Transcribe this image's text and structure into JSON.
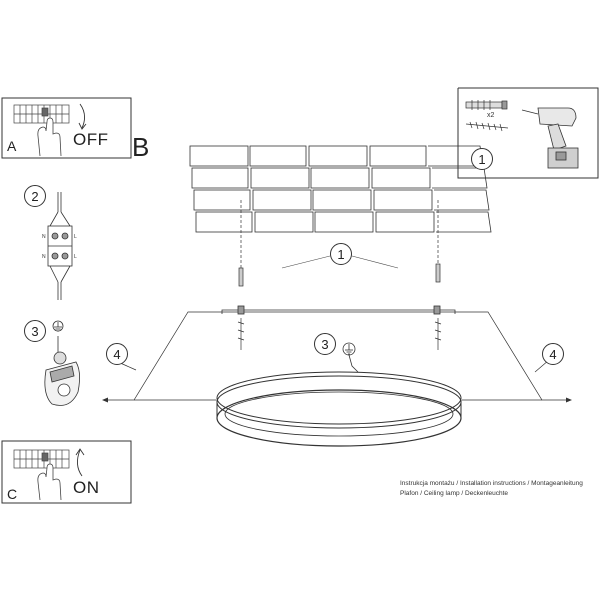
{
  "panels": {
    "a": {
      "letter": "A",
      "state": "OFF"
    },
    "b": {
      "letter": "B"
    },
    "c": {
      "letter": "C",
      "state": "ON"
    }
  },
  "callouts": {
    "tools": "1",
    "mounting": "1",
    "wiring": "2",
    "earth_left": "3",
    "earth_center": "3",
    "screws_left": "4",
    "screws_right": "4"
  },
  "drill_count": "x2",
  "caption": {
    "line1": "Instrukcja montażu / Installation instructions / Montageanleitung",
    "line2": "Plafon / Ceiling lamp / Deckenleuchte"
  },
  "icons": [
    "fuse-box-icon",
    "hand-icon",
    "rotate-arrow-icon",
    "wall-plug-icon",
    "screw-icon",
    "drill-icon",
    "terminal-block-icon",
    "earth-symbol-icon",
    "earth-clamp-icon",
    "ceiling-grid-icon",
    "mounting-bracket-icon",
    "lamp-ring-icon"
  ]
}
